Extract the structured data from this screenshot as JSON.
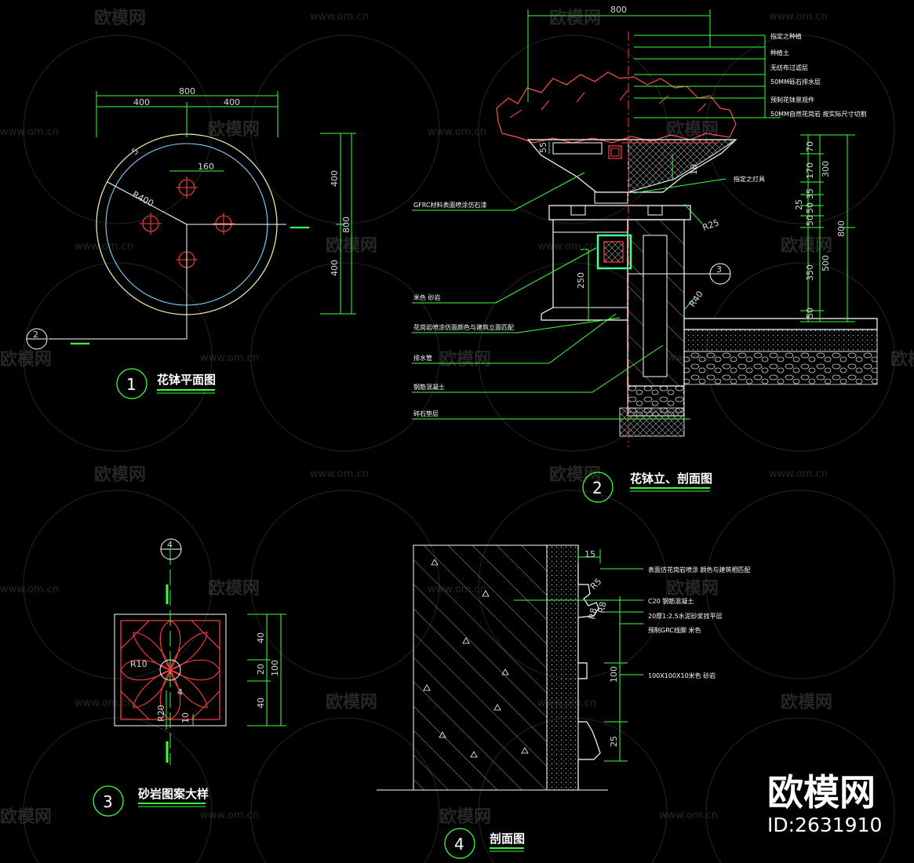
{
  "watermark": {
    "text": "欧模网",
    "url": "www.om.cn"
  },
  "brand": {
    "name": "欧模网",
    "id": "ID:2631910"
  },
  "views": [
    {
      "number": "1",
      "title": "花钵平面图"
    },
    {
      "number": "2",
      "title": "花钵立、剖面图"
    },
    {
      "number": "3",
      "title": "砂岩图案大样"
    },
    {
      "number": "4",
      "title": "剖面图"
    }
  ],
  "plan": {
    "dims": {
      "total": "800",
      "half_left": "400",
      "half_right": "400",
      "spacing": "160",
      "radius": "R400",
      "edge": "5",
      "v_top": "400",
      "v_total": "800",
      "v_bottom": "400"
    },
    "section_tag": "2"
  },
  "elevation": {
    "dims": {
      "top": "800",
      "d55": "55",
      "d10": "10",
      "d250": "250",
      "r25": "R25",
      "r40": "R40",
      "v70": "70",
      "v170": "170",
      "v35": "35",
      "v25": "25",
      "v50a": "50",
      "v50b": "50",
      "v350": "350",
      "v50c": "50",
      "v300": "300",
      "v500": "500",
      "v800": "800"
    },
    "right_notes": [
      "指定之种植",
      "种植土",
      "无纺布过滤层",
      "50MM砾石排水层",
      "预制花钵景观件",
      "50MM自然花岗岩 按实际尺寸切割"
    ],
    "spot_light": "指定之灯具",
    "left_notes": [
      "GFRC材料表面喷涂仿石漆",
      "米色 砂岩",
      "花岗岩喷涂仿面颜色与建筑立面匹配",
      "排水管",
      "钢筋混凝土",
      "碎石垫层"
    ],
    "section_tag": "3"
  },
  "pattern": {
    "dims": {
      "v40a": "40",
      "v20": "20",
      "v40b": "40",
      "v100": "100",
      "r10": "R10",
      "r20": "R20",
      "d4": "4",
      "d10": "10"
    },
    "section_tag": "4"
  },
  "section": {
    "dims": {
      "d15": "15",
      "r5": "R5",
      "r8a": "R8",
      "r8b": "R8",
      "v100": "100",
      "v25": "25"
    },
    "notes": [
      "表面仿花岗岩喷涂 颜色与建筑相匹配",
      "C20 钢筋混凝土",
      "20厚1:2.5水泥砂浆找平层",
      "预制GRC线脚 米色",
      "100X100X10米色 砂岩"
    ]
  }
}
